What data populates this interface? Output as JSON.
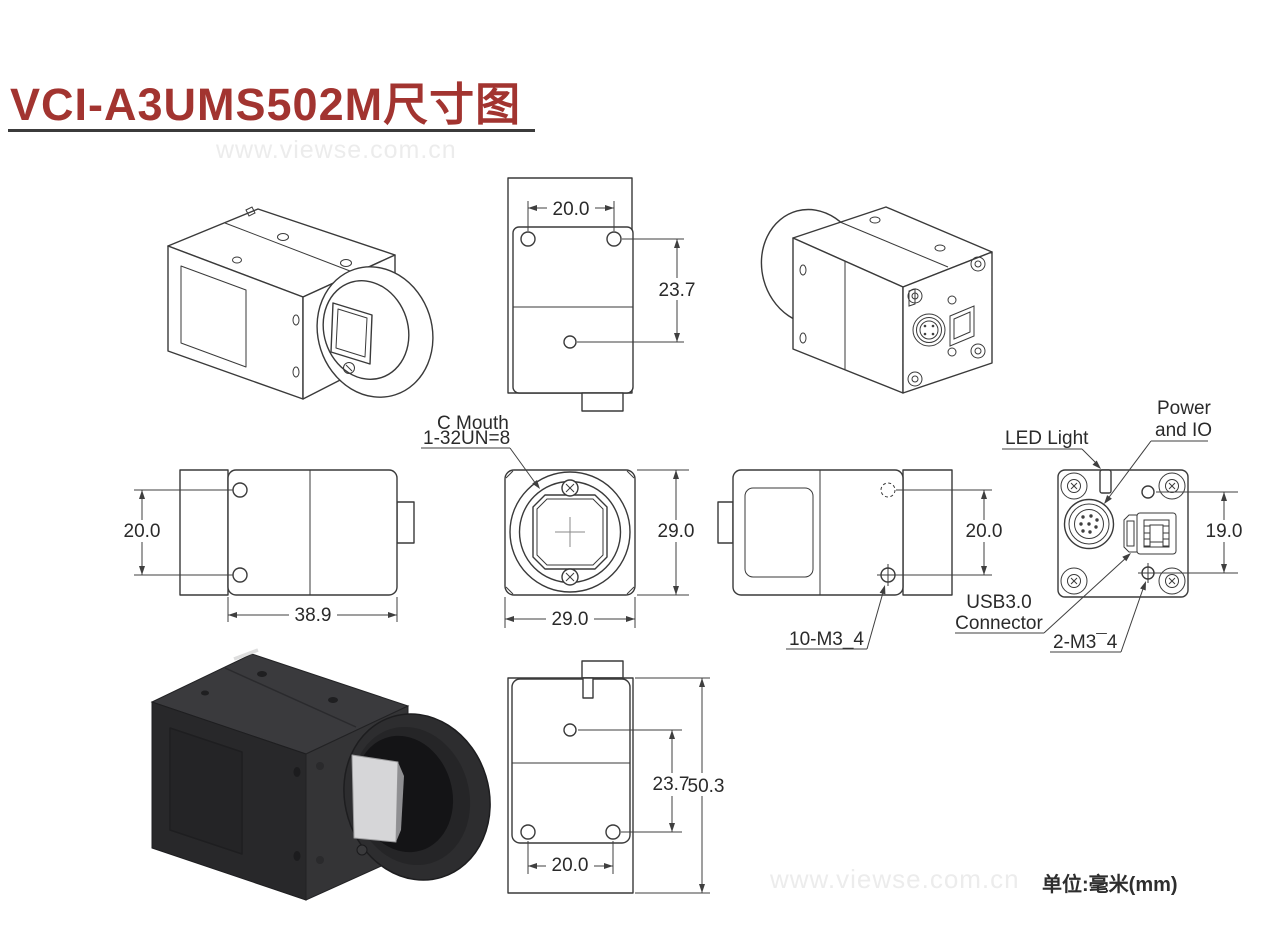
{
  "page": {
    "title": "VCI-A3UMS502M尺寸图",
    "watermark": "www.viewse.com.cn",
    "unit_label": "单位:毫米(mm)",
    "title_color": "#a23430",
    "rule_color": "#3b3b3b",
    "line_color": "#3a3a3a"
  },
  "views": {
    "top": {
      "dims": {
        "hole_spacing": "20.0",
        "hole_offset": "23.7"
      }
    },
    "side_left": {
      "dims": {
        "hole_spacing": "20.0",
        "body_length": "38.9"
      }
    },
    "front": {
      "lens_label_line1": "C Mouth",
      "lens_label_line2": "1-32UN=8",
      "dims": {
        "height": "29.0",
        "width": "29.0"
      }
    },
    "side_right": {
      "thread_label": "10-M3_4",
      "dims": {
        "hole_spacing": "20.0"
      }
    },
    "rear": {
      "led_label": "LED Light",
      "power_label_line1": "Power",
      "power_label_line2": "and IO",
      "usb_label_line1": "USB3.0",
      "usb_label_line2": "Connector",
      "thread_label": "2-M3¯4",
      "dims": {
        "hole_spacing": "19.0"
      }
    },
    "bottom": {
      "dims": {
        "hole_offset": "23.7",
        "total_length": "50.3",
        "hole_spacing": "20.0"
      }
    }
  }
}
